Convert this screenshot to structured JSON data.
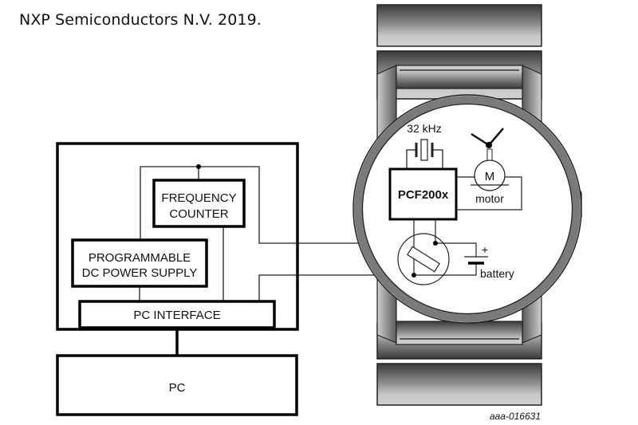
{
  "copyright": "NXP Semiconductors N.V. 2019.",
  "test_setup": {
    "frequency_counter": [
      "FREQUENCY",
      "COUNTER"
    ],
    "power_supply": [
      "PROGRAMMABLE",
      "DC POWER SUPPLY"
    ],
    "pc_interface": "PC INTERFACE",
    "pc": "PC"
  },
  "watch": {
    "crystal_label": "32 kHz",
    "chip_label": "PCF200x",
    "motor_symbol": "M",
    "motor_label": "motor",
    "battery_plus": "+",
    "battery_label": "battery"
  },
  "figure_id": "aaa-016631"
}
